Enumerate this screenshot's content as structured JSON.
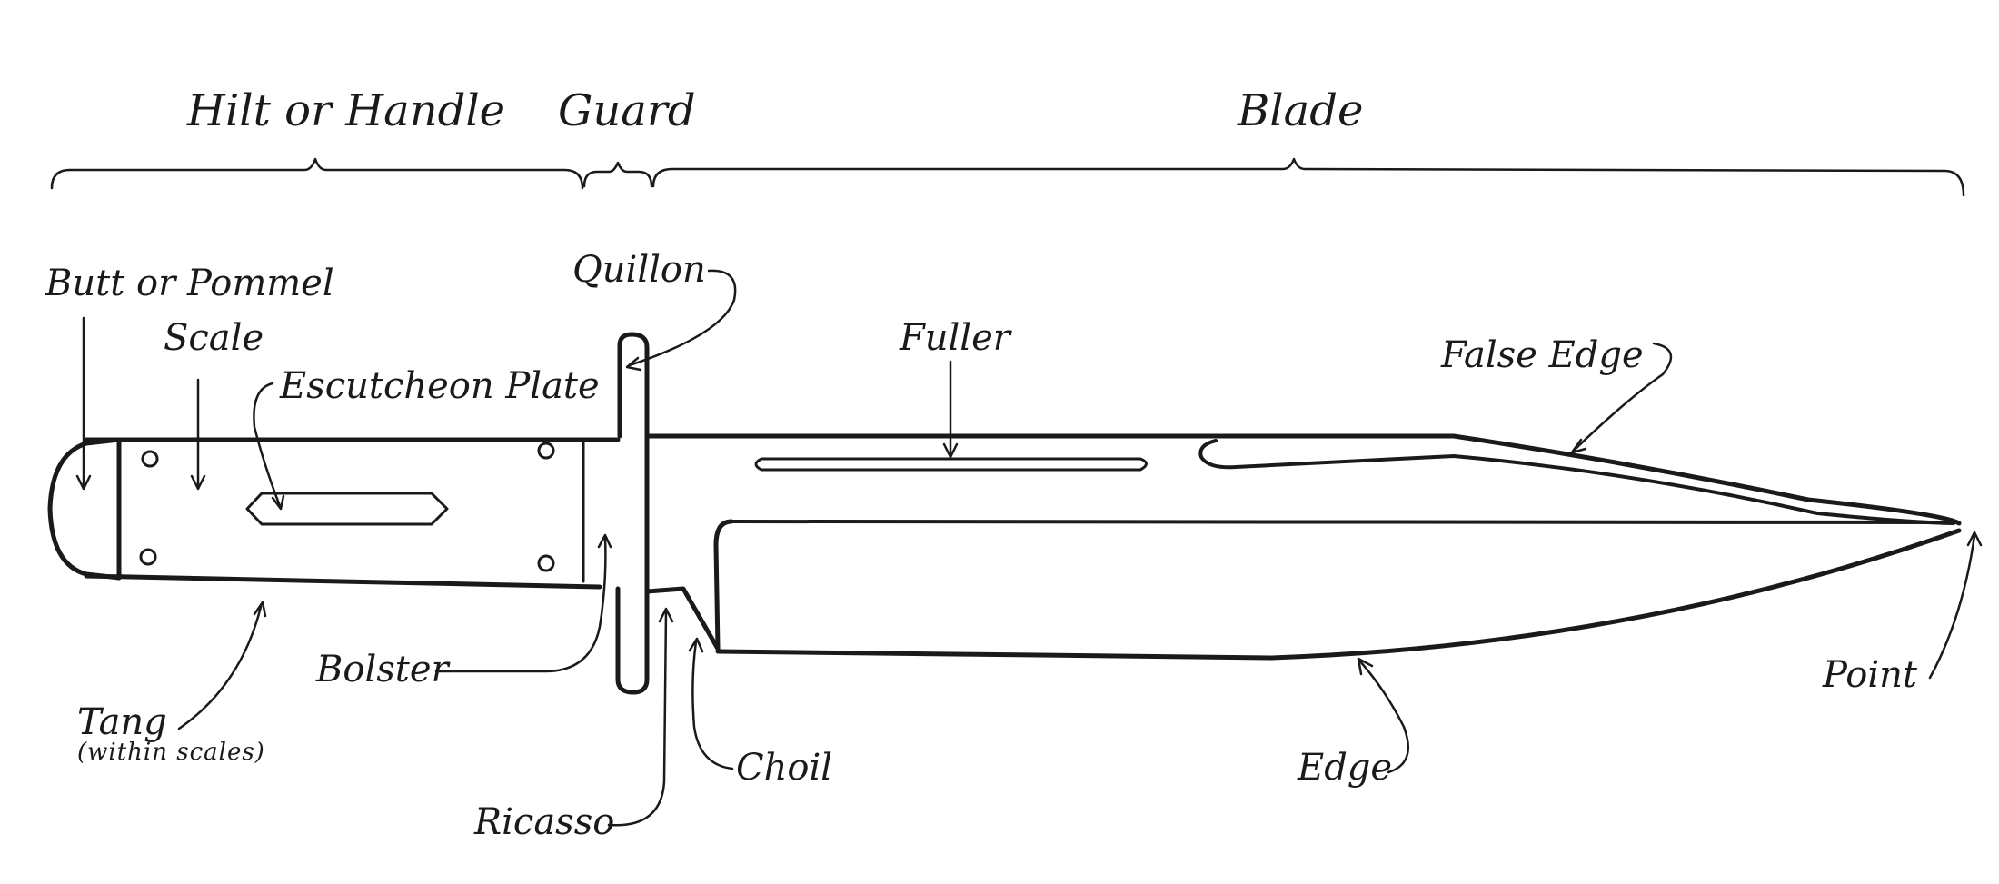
{
  "sections": {
    "hilt": "Hilt or Handle",
    "guard": "Guard",
    "blade": "Blade"
  },
  "parts": {
    "butt": "Butt or Pommel",
    "scale": "Scale",
    "escutcheon": "Escutcheon Plate",
    "quillon": "Quillon",
    "fuller": "Fuller",
    "false_edge": "False Edge",
    "bolster": "Bolster",
    "tang": "Tang",
    "tang_note": "(within scales)",
    "choil": "Choil",
    "ricasso": "Ricasso",
    "edge": "Edge",
    "point": "Point"
  }
}
